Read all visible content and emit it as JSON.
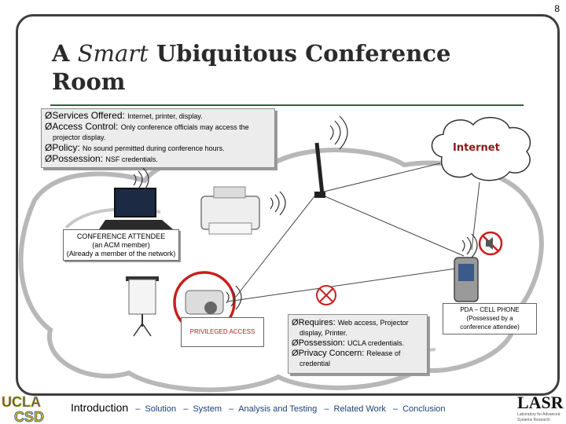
{
  "page_number": "8",
  "title": {
    "part1": "A ",
    "emphasis": "Smart",
    "part2": " Ubiquitous Conference",
    "line2": "Room"
  },
  "services_box": {
    "bullet": "Ø",
    "services_label": "Services Offered: ",
    "services_value": "Internet, printer, display.",
    "access_label": "Access Control: ",
    "access_value": "Only conference officials may access the",
    "access_value_2": "projector display.",
    "policy_label": "Policy: ",
    "policy_value": "No sound permitted during conference hours.",
    "possession_label": "Possession: ",
    "possession_value": "NSF credentials."
  },
  "internet_label": "Internet",
  "attendee_label": {
    "line1": "CONFERENCE ATTENDEE",
    "line2": "(an ACM member)",
    "line3": "(Already a member of the network)"
  },
  "privileged_label": "PRIVILEGED ACCESS",
  "pda_label": {
    "line1": "PDA – CELL PHONE",
    "line2": "(Possessed by a",
    "line3": "conference attendee)"
  },
  "requires_box": {
    "bullet": "Ø",
    "requires_label": "Requires: ",
    "requires_value": "Web access, Projector",
    "requires_value_2": "display, Printer.",
    "possession_label": "Possession: ",
    "possession_value": "UCLA credentials.",
    "privacy_label": "Privacy Concern: ",
    "privacy_value": "Release of",
    "privacy_value_2": "credential"
  },
  "footer": {
    "current": "Introduction",
    "separator": "–",
    "items": [
      "Solution",
      "System",
      "Analysis and Testing",
      "Related Work",
      "Conclusion"
    ]
  },
  "logos": {
    "ucla_top": "UCLA",
    "ucla_bottom": "CSD",
    "lasr": "LASR",
    "lasr_sub1": "Laboratory for Advanced",
    "lasr_sub2": "Systems Research"
  },
  "colors": {
    "title": "#2b2b2b",
    "rule": "#2f5f3f",
    "privileged_ring": "#c81e1e",
    "internet_text": "#8a1a1a",
    "footer_text": "#1f3f7f",
    "ucla_blue": "#2a5a9a",
    "ucla_gold": "#e0b21e"
  }
}
